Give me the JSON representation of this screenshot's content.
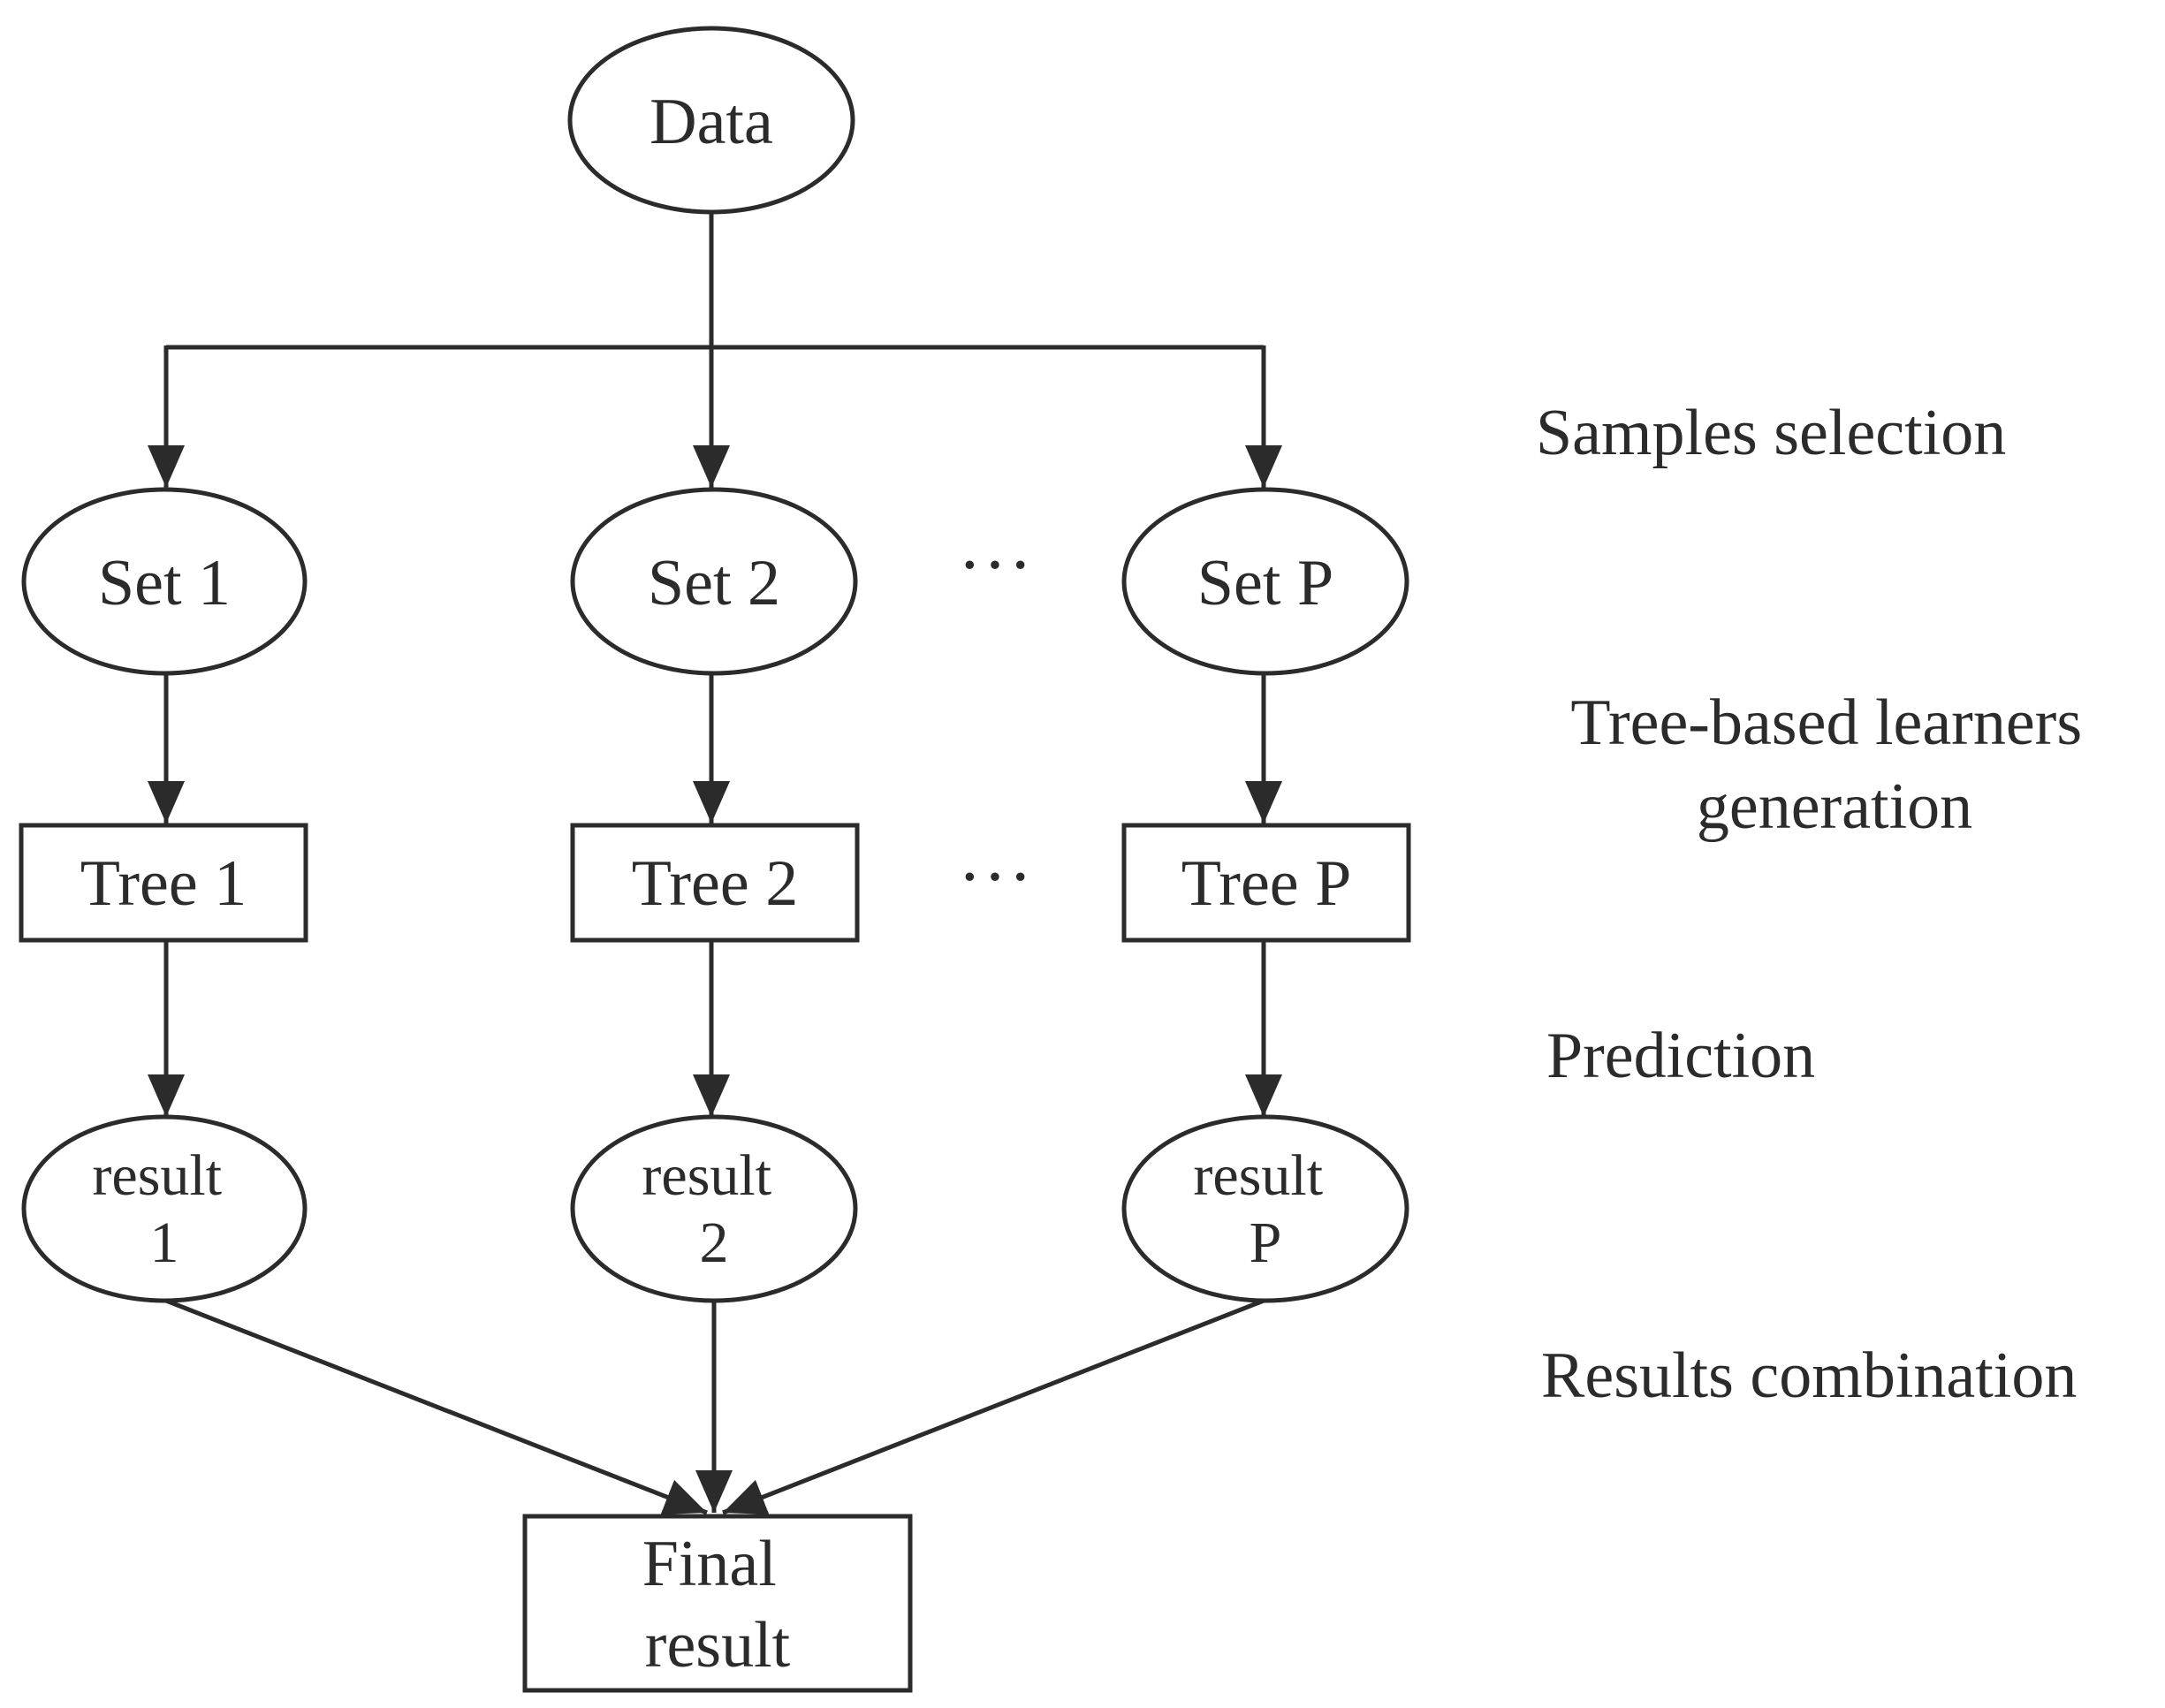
{
  "diagram": {
    "nodes": {
      "data": "Data",
      "set_1": "Set 1",
      "set_2": "Set 2",
      "set_p": "Set P",
      "tree_1": "Tree 1",
      "tree_2": "Tree 2",
      "tree_p": "Tree P",
      "result_1": [
        "result",
        "1"
      ],
      "result_2": [
        "result",
        "2"
      ],
      "result_p": [
        "result",
        "P"
      ],
      "final": [
        "Final",
        "result"
      ]
    },
    "ellipsis": "···",
    "stages": {
      "samples_selection": "Samples selection",
      "tree_generation": [
        "Tree-based learners",
        "generation"
      ],
      "prediction": "Prediction",
      "results_combination": "Results combination"
    }
  }
}
